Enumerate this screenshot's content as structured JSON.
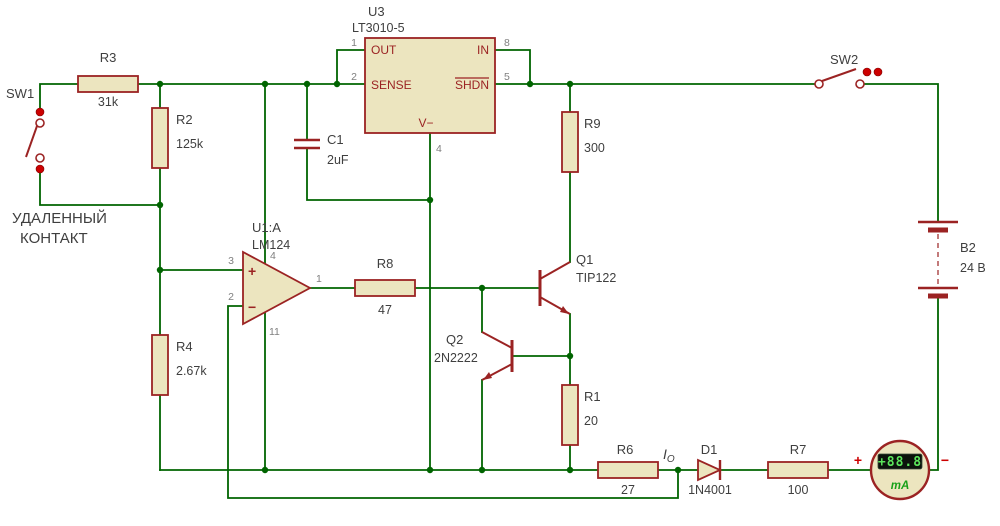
{
  "colors": {
    "wire": "#006400",
    "component_outline": "#9b2323",
    "component_fill": "#ece5bf",
    "label_text": "#3f3f3f",
    "pin_number_text": "#7f7f7f",
    "actuator_red": "#cc0000",
    "lcd_background": "#0c130c",
    "lcd_text": "#5ce65c",
    "unit_text": "#18a018"
  },
  "components": {
    "sw1": {
      "ref": "SW1"
    },
    "sw2": {
      "ref": "SW2"
    },
    "r1": {
      "ref": "R1",
      "value": "20"
    },
    "r2": {
      "ref": "R2",
      "value": "125k"
    },
    "r3": {
      "ref": "R3",
      "value": "31k"
    },
    "r4": {
      "ref": "R4",
      "value": "2.67k"
    },
    "r6": {
      "ref": "R6",
      "value": "27"
    },
    "r7": {
      "ref": "R7",
      "value": "100"
    },
    "r8": {
      "ref": "R8",
      "value": "47"
    },
    "r9": {
      "ref": "R9",
      "value": "300"
    },
    "c1": {
      "ref": "C1",
      "value": "2uF"
    },
    "d1": {
      "ref": "D1",
      "value": "1N4001"
    },
    "q1": {
      "ref": "Q1",
      "value": "TIP122"
    },
    "q2": {
      "ref": "Q2",
      "value": "2N2222"
    },
    "b2": {
      "ref": "B2",
      "value": "24 В"
    },
    "u1": {
      "ref": "U1:A",
      "value": "LM124",
      "pins": {
        "p1": "1",
        "p2": "2",
        "p3": "3",
        "p4": "4",
        "p11": "11",
        "plus": "+",
        "minus": "−"
      }
    },
    "u3": {
      "ref": "U3",
      "value": "LT3010-5",
      "pin_names": {
        "out": "OUT",
        "sense": "SENSE",
        "in": "IN",
        "shdn": "SHDN",
        "vminus": "V−"
      },
      "pin_numbers": {
        "out": "1",
        "sense": "2",
        "in": "8",
        "shdn": "5",
        "vminus": "4"
      }
    },
    "meter": {
      "display": "+88.8",
      "unit": "mA",
      "plus": "+",
      "minus": "−"
    }
  },
  "annotations": {
    "remote_contact": [
      "УДАЛЕННЫЙ",
      "КОНТАКТ"
    ],
    "io_symbol": "I",
    "io_subscript": "O"
  }
}
